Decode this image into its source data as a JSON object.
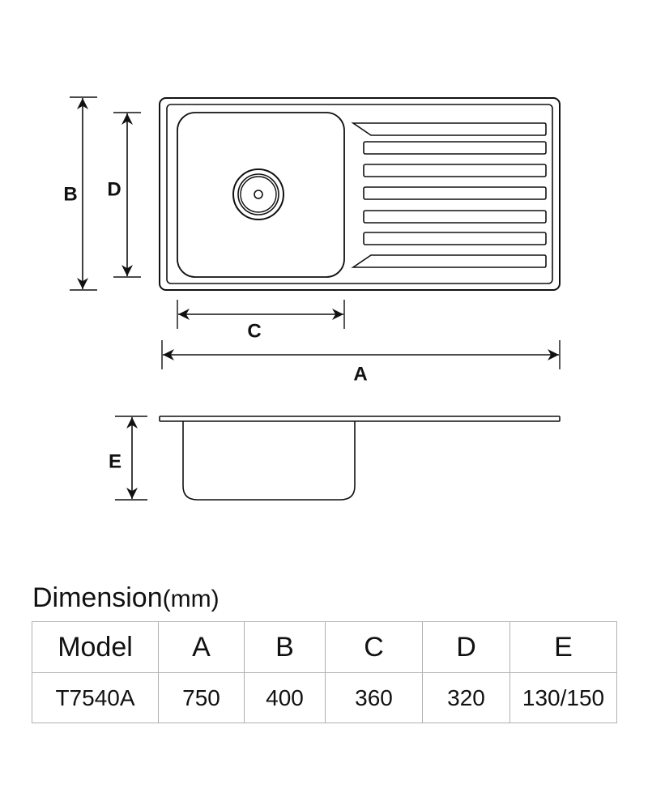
{
  "diagram": {
    "labels": {
      "a": "A",
      "b": "B",
      "c": "C",
      "d": "D",
      "e": "E"
    }
  },
  "dimension_title": {
    "text": "Dimension",
    "unit": "(mm)"
  },
  "table": {
    "headers": [
      "Model",
      "A",
      "B",
      "C",
      "D",
      "E"
    ],
    "rows": [
      [
        "T7540A",
        "750",
        "400",
        "360",
        "320",
        "130/150"
      ]
    ]
  }
}
